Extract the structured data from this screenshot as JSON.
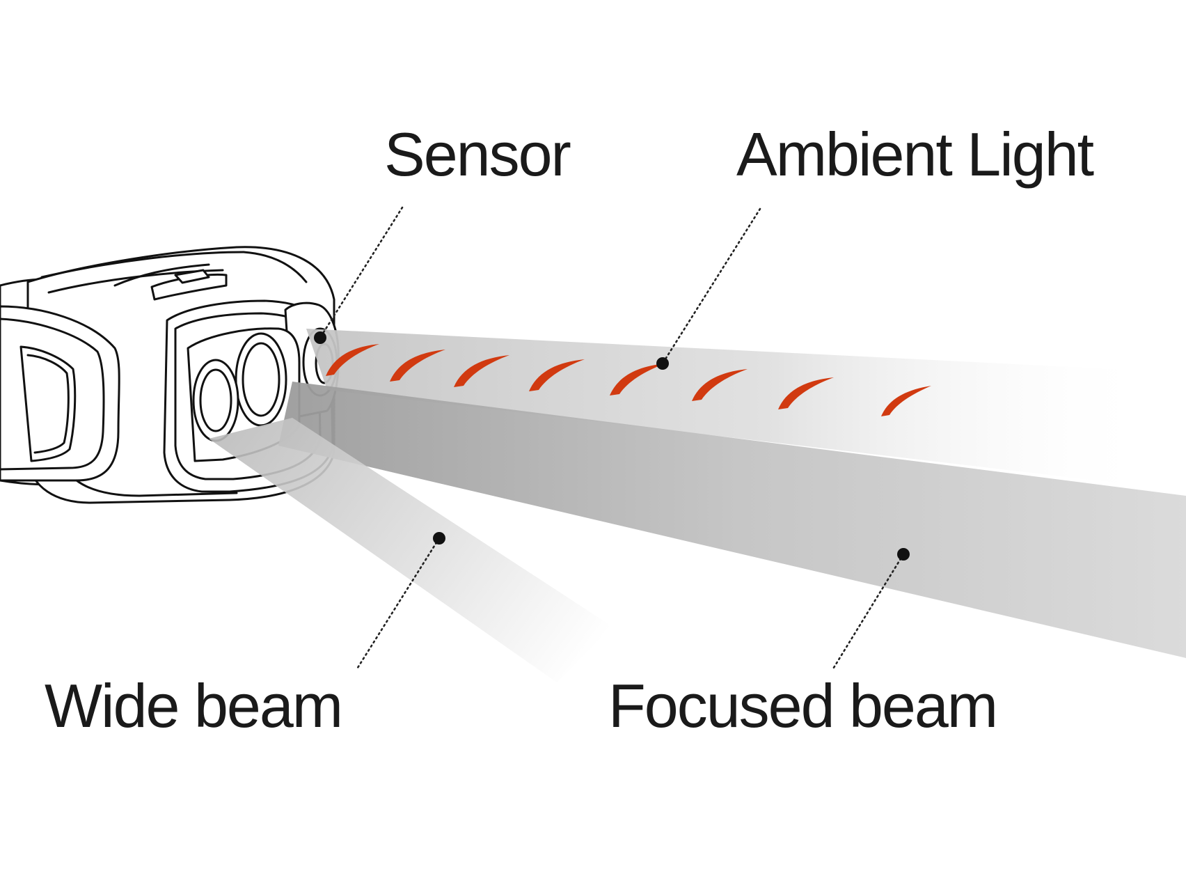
{
  "labels": {
    "sensor": "Sensor",
    "ambient_light": "Ambient Light",
    "wide_beam": "Wide beam",
    "focused_beam": "Focused beam"
  },
  "colors": {
    "ambient_light_marks": "#d13a10",
    "ink": "#111111",
    "beam_gray": "#9a9a9a"
  },
  "icons": {
    "device": "headlamp-icon",
    "light_marks": "ambient-light-arc-icon"
  }
}
